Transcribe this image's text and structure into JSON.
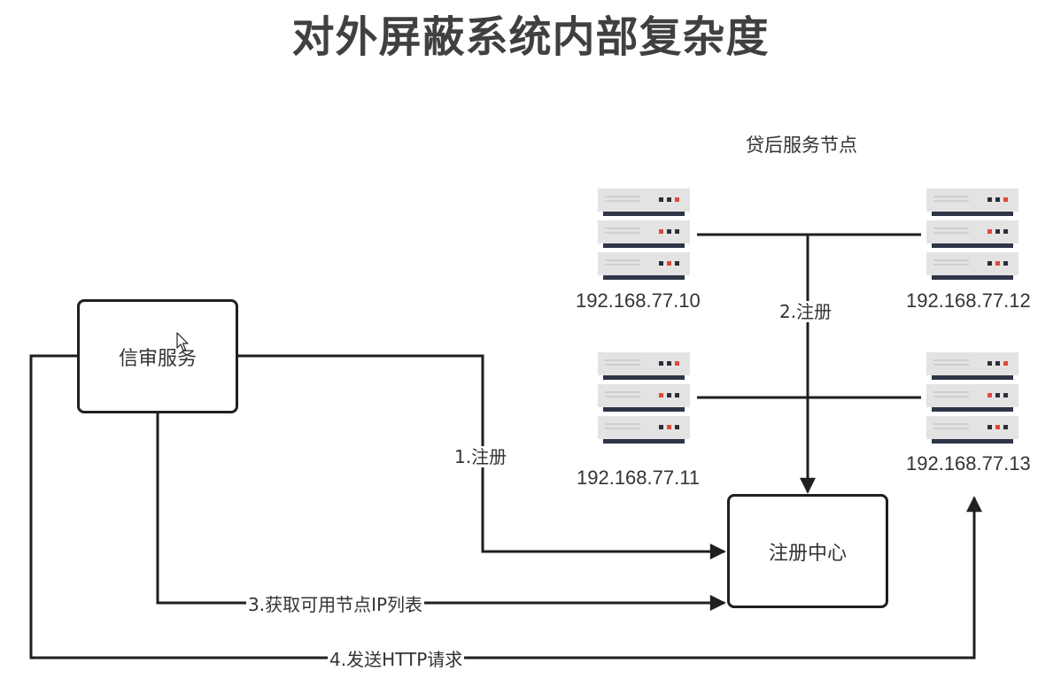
{
  "title": "对外屏蔽系统内部复杂度",
  "group_label": "贷后服务节点",
  "nodes": {
    "xinshen": "信审服务",
    "registry": "注册中心"
  },
  "servers": [
    {
      "ip": "192.168.77.10"
    },
    {
      "ip": "192.168.77.11"
    },
    {
      "ip": "192.168.77.12"
    },
    {
      "ip": "192.168.77.13"
    }
  ],
  "edges": {
    "register_1": "1.注册",
    "register_2": "2.注册",
    "fetch_3": "3.获取可用节点IP列表",
    "send_4": "4.发送HTTP请求"
  },
  "colors": {
    "line": "#1f1f1f",
    "server_body": "#e3e3e3",
    "server_base": "#2f3447",
    "led_red": "#e0483c",
    "led_dark": "#2b2f3a"
  }
}
